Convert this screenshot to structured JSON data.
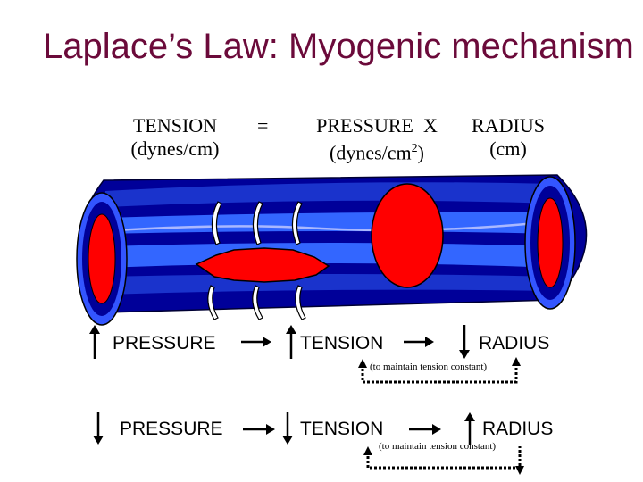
{
  "title": "Laplace’s Law: Myogenic mechanism",
  "equation": {
    "tension": "TENSION",
    "tension_unit": "(dynes/cm)",
    "equals": "=",
    "pressure_x": "PRESSURE  X",
    "pressure_unit_prefix": "(dynes/cm",
    "pressure_unit_sup": "2",
    "pressure_unit_suffix": ")",
    "radius": "RADIUS",
    "radius_unit": "(cm)"
  },
  "row1": {
    "pressure": "PRESSURE",
    "tension": "TENSION",
    "radius": "RADIUS",
    "note": "(to maintain tension constant)"
  },
  "row2": {
    "pressure": "PRESSURE",
    "tension": "TENSION",
    "radius": "RADIUS",
    "note": "(to maintain tension constant)"
  },
  "colors": {
    "title": "#6b0a3a",
    "vessel_dark": "#000099",
    "vessel_mid": "#1a33cc",
    "vessel_light": "#3366ff",
    "red": "#ff0000"
  }
}
